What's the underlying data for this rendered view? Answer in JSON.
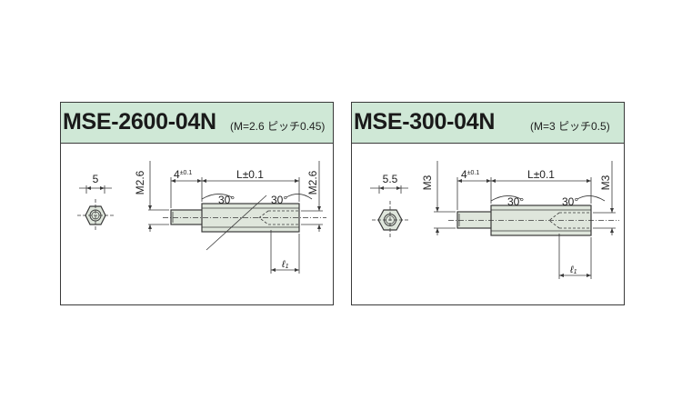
{
  "panels": [
    {
      "model": "MSE-2600-04N",
      "spec": "(M=2.6 ピッチ0.45)",
      "hex_dim": "5",
      "thread_left": "M2.6",
      "thread_right": "M2.6",
      "stud_len_main": "4",
      "stud_len_tol": "±0.1",
      "body_len": "L±0.1",
      "angle_left": "30°",
      "angle_right": "30°",
      "depth_label_main": "ℓ",
      "depth_label_sub": "1"
    },
    {
      "model": "MSE-300-04N",
      "spec": "(M=3 ピッチ0.5)",
      "hex_dim": "5.5",
      "thread_left": "M3",
      "thread_right": "M3",
      "stud_len_main": "4",
      "stud_len_tol": "±0.1",
      "body_len": "L±0.1",
      "angle_left": "30°",
      "angle_right": "30°",
      "depth_label_main": "ℓ",
      "depth_label_sub": "1"
    }
  ],
  "colors": {
    "header_bg": "#cfe8d6",
    "line": "#3a3a3a",
    "body_fill": "#dfe6dc"
  }
}
